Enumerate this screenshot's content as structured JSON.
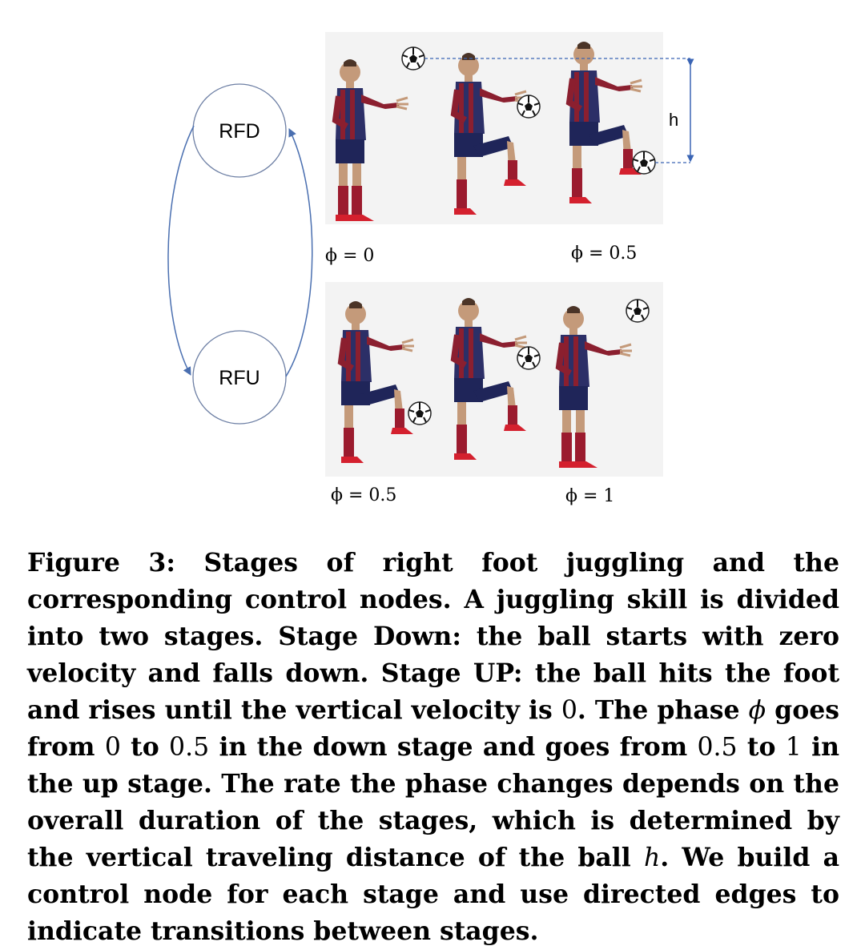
{
  "diagram": {
    "nodes": [
      {
        "id": "rfd",
        "label": "RFD"
      },
      {
        "id": "rfu",
        "label": "RFU"
      }
    ],
    "edges": [
      {
        "from": "rfd",
        "to": "rfu"
      },
      {
        "from": "rfu",
        "to": "rfd"
      }
    ],
    "height_label": "h",
    "phase_labels": {
      "top_left": "ϕ = 0",
      "top_right": "ϕ = 0.5",
      "bottom_left": "ϕ = 0.5",
      "bottom_right": "ϕ = 1"
    }
  },
  "caption": {
    "lead": "Figure 3: Stages of right foot juggling and the corresponding control nodes. A juggling skill is divided into two stages. Stage Down: the ball starts with zero velocity and falls down. Stage UP: the ball hits the foot and rises until the vertical velocity is ",
    "v0": "0",
    "t1": ". The phase ",
    "phi": "ϕ",
    "t2": " goes from ",
    "a0": "0",
    "t3": " to ",
    "a05": "0.5",
    "t4": " in the down stage and goes from ",
    "b05": "0.5",
    "t5": " to ",
    "b1": "1",
    "t6": " in the up stage. The rate the phase changes depends on the overall duration of the stages, which is determined by the vertical traveling distance of the ball ",
    "h": "h",
    "t7": ". We build a control node for each stage and use directed edges to indicate transitions between stages."
  }
}
